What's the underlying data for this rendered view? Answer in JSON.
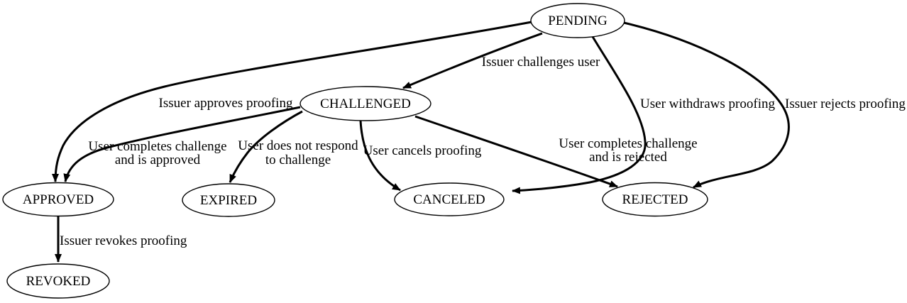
{
  "diagram": {
    "type": "state-machine",
    "background_color": "#ffffff",
    "line_color": "#000000",
    "text_color": "#000000",
    "nodes": [
      {
        "id": "pending",
        "label": "PENDING"
      },
      {
        "id": "challenged",
        "label": "CHALLENGED"
      },
      {
        "id": "approved",
        "label": "APPROVED"
      },
      {
        "id": "expired",
        "label": "EXPIRED"
      },
      {
        "id": "canceled",
        "label": "CANCELED"
      },
      {
        "id": "rejected",
        "label": "REJECTED"
      },
      {
        "id": "revoked",
        "label": "REVOKED"
      }
    ],
    "edges": [
      {
        "from": "PENDING",
        "to": "CHALLENGED",
        "label": "Issuer challenges user"
      },
      {
        "from": "PENDING",
        "to": "APPROVED",
        "label": "Issuer approves proofing"
      },
      {
        "from": "PENDING",
        "to": "CANCELED",
        "label": "User withdraws proofing"
      },
      {
        "from": "PENDING",
        "to": "REJECTED",
        "label": "Issuer rejects proofing"
      },
      {
        "from": "CHALLENGED",
        "to": "APPROVED",
        "label": "User completes challenge and is approved",
        "label_lines": [
          "User completes challenge",
          "and is approved"
        ]
      },
      {
        "from": "CHALLENGED",
        "to": "EXPIRED",
        "label": "User does not respond to challenge",
        "label_lines": [
          "User does not respond",
          "to challenge"
        ]
      },
      {
        "from": "CHALLENGED",
        "to": "CANCELED",
        "label": "User cancels proofing"
      },
      {
        "from": "CHALLENGED",
        "to": "REJECTED",
        "label": "User completes challenge and is rejected",
        "label_lines": [
          "User completes challenge",
          "and is rejected"
        ]
      },
      {
        "from": "APPROVED",
        "to": "REVOKED",
        "label": "Issuer revokes proofing"
      }
    ]
  }
}
